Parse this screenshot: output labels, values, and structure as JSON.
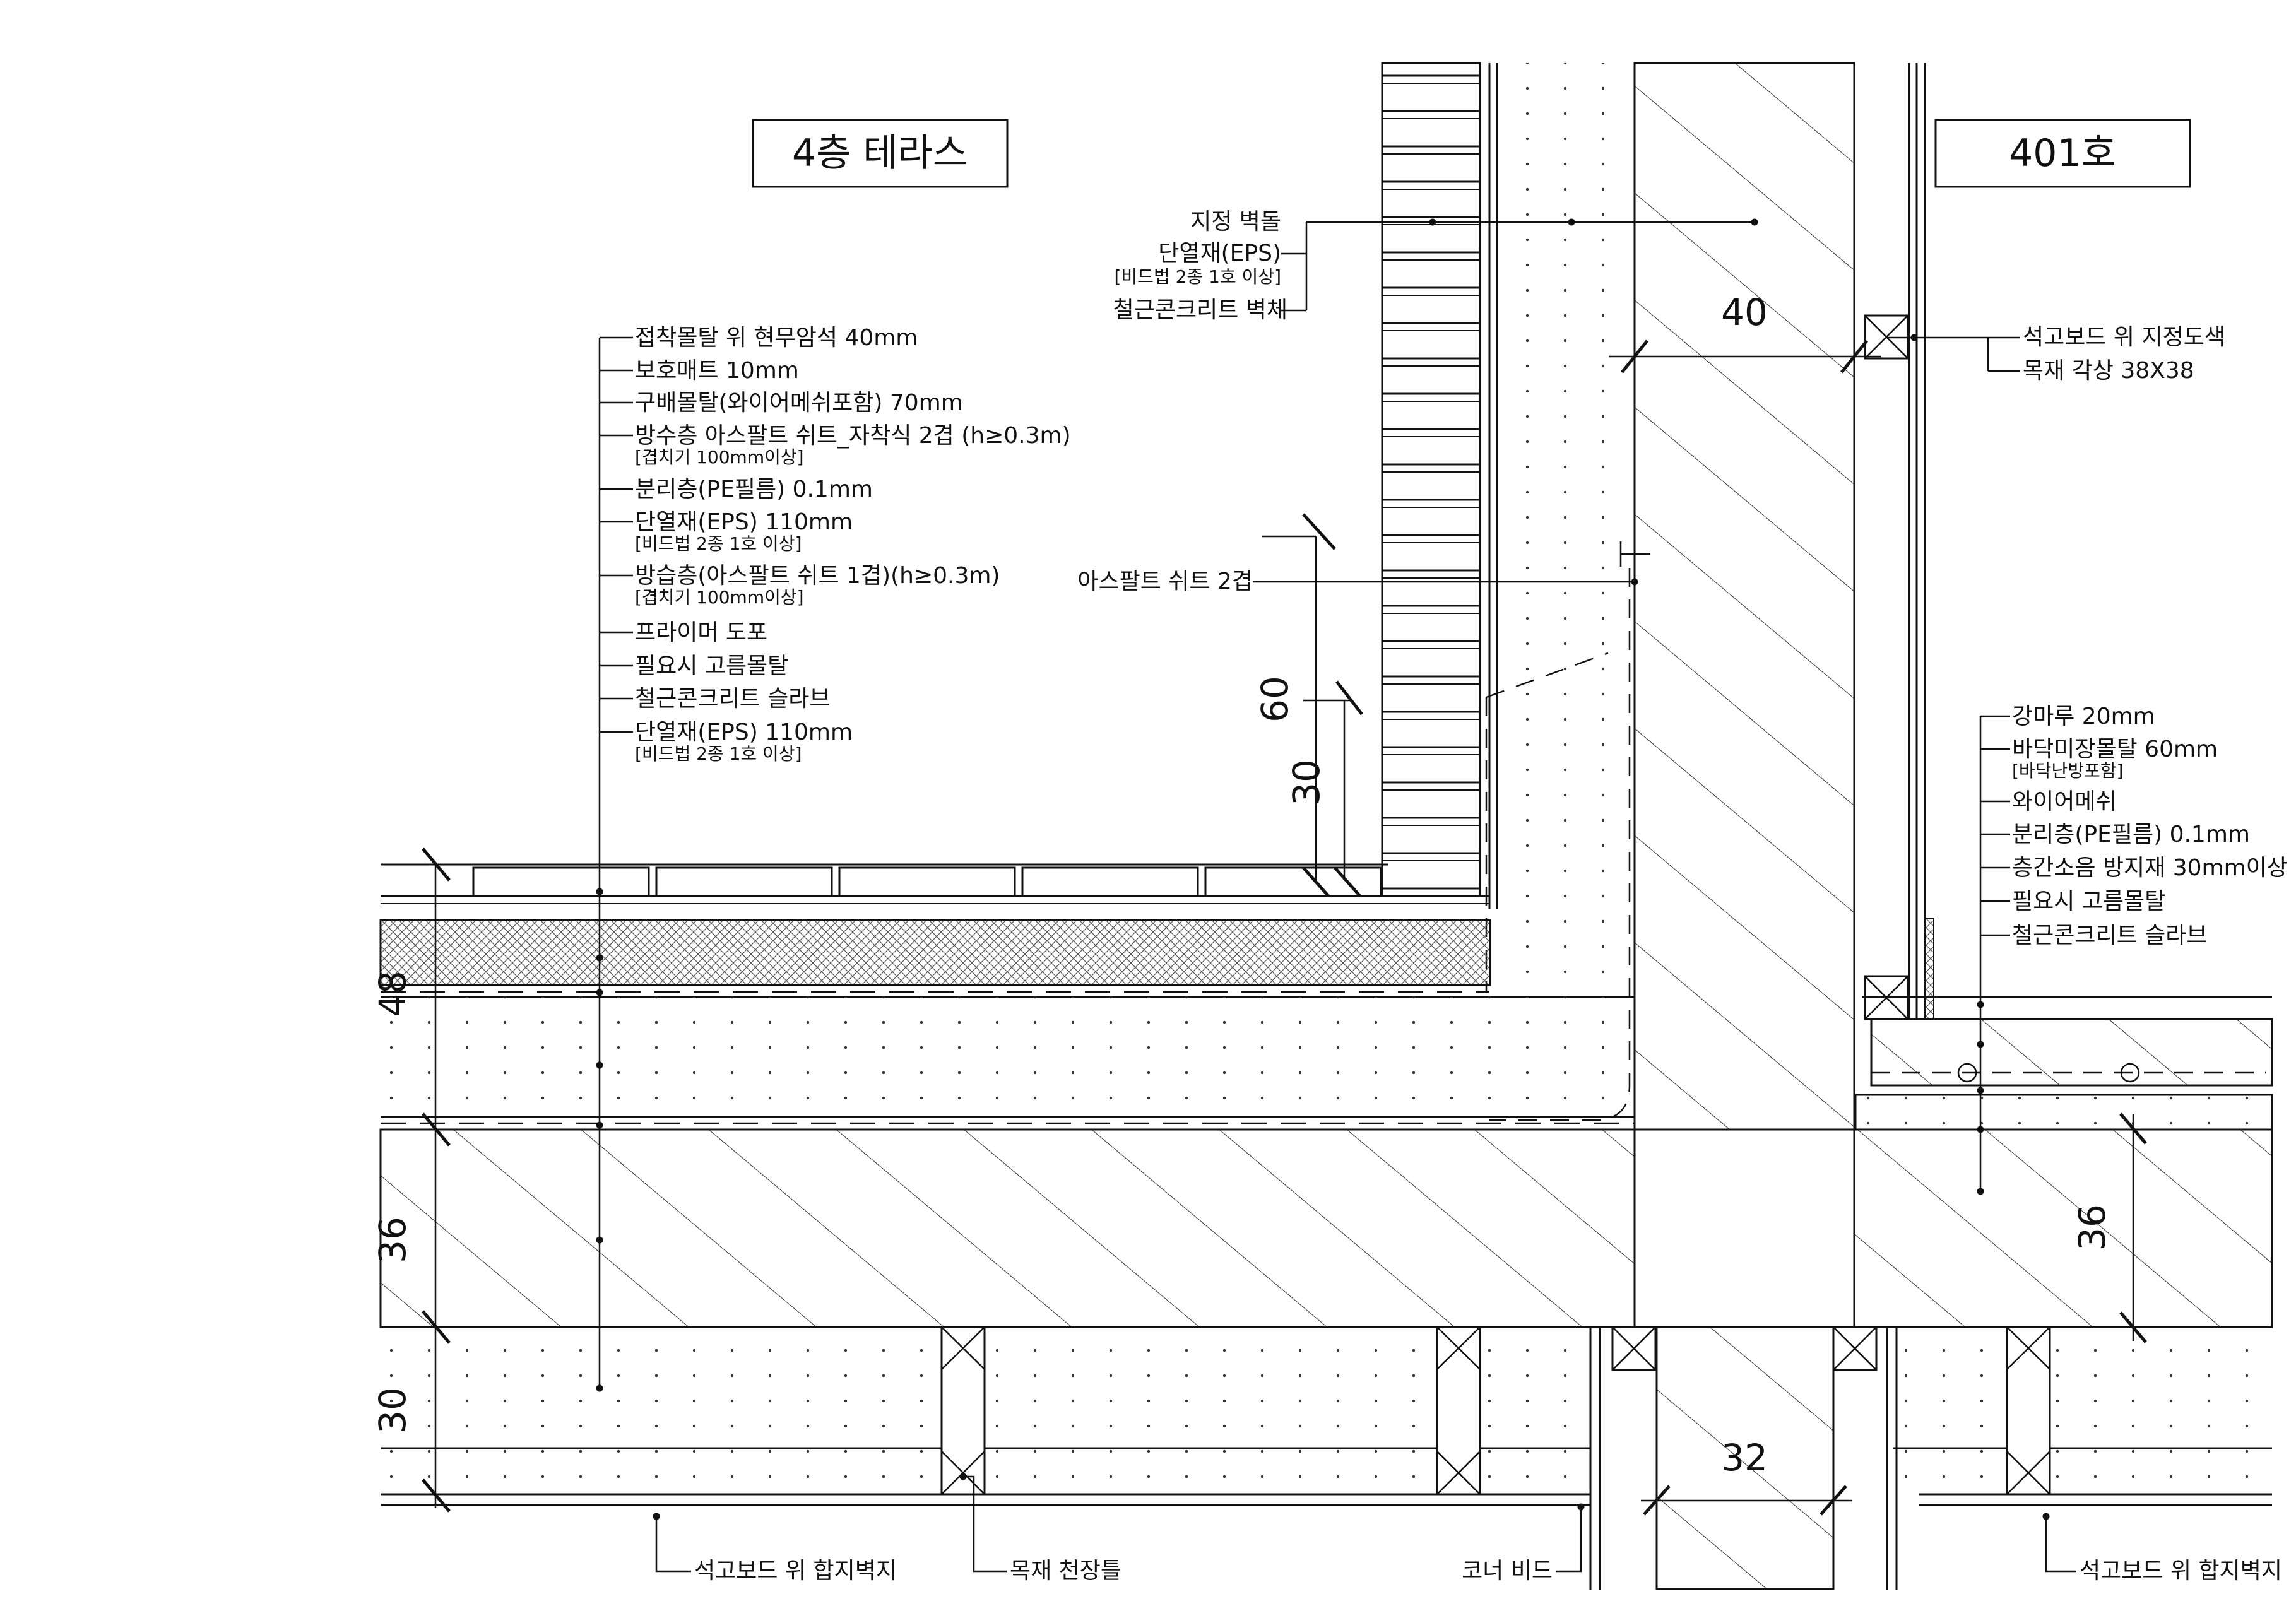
{
  "titles": {
    "terrace": "4층 테라스",
    "unit": "401호"
  },
  "left_layers": [
    {
      "label": "접착몰탈 위 현무암석 40mm",
      "sub": ""
    },
    {
      "label": "보호매트 10mm",
      "sub": ""
    },
    {
      "label": "구배몰탈(와이어메쉬포함) 70mm",
      "sub": ""
    },
    {
      "label": "방수층 아스팔트 쉬트_자착식 2겹 (h≥0.3m)",
      "sub": "[겹치기 100mm이상]"
    },
    {
      "label": "분리층(PE필름) 0.1mm",
      "sub": ""
    },
    {
      "label": "단열재(EPS) 110mm",
      "sub": "[비드법 2종 1호 이상]"
    },
    {
      "label": "방습층(아스팔트 쉬트 1겹)(h≥0.3m)",
      "sub": "[겹치기 100mm이상]"
    },
    {
      "label": "프라이머 도포",
      "sub": ""
    },
    {
      "label": "필요시 고름몰탈",
      "sub": ""
    },
    {
      "label": "철근콘크리트 슬라브",
      "sub": ""
    },
    {
      "label": "단열재(EPS) 110mm",
      "sub": "[비드법 2종 1호 이상]"
    }
  ],
  "wall_labels": {
    "brick": "지정 벽돌",
    "insulation": "단열재(EPS)",
    "insulation_sub": "[비드법 2종 1호 이상]",
    "rc_wall": "철근콘크리트 벽체",
    "asphalt": "아스팔트 쉬트 2겹"
  },
  "right_top_labels": [
    "석고보드 위 지정도색",
    "목재 각상 38X38"
  ],
  "right_layers": [
    {
      "label": "강마루 20mm",
      "sub": ""
    },
    {
      "label": "바닥미장몰탈 60mm",
      "sub": "[바닥난방포함]"
    },
    {
      "label": "와이어메쉬",
      "sub": ""
    },
    {
      "label": "분리층(PE필름) 0.1mm",
      "sub": ""
    },
    {
      "label": "층간소음 방지재 30mm이상",
      "sub": ""
    },
    {
      "label": "필요시 고름몰탈",
      "sub": ""
    },
    {
      "label": "철근콘크리트 슬라브",
      "sub": ""
    }
  ],
  "bottom_labels": {
    "left_board": "석고보드 위 합지벽지",
    "ceiling_frame": "목재 천장틀",
    "corner_bead": "코너 비드",
    "right_board": "석고보드 위 합지벽지"
  },
  "dimensions": {
    "d40": "40",
    "d60": "60",
    "d30_wall": "30",
    "d48": "48",
    "d36_left": "36",
    "d30_left": "30",
    "d32": "32",
    "d36_right": "36"
  }
}
